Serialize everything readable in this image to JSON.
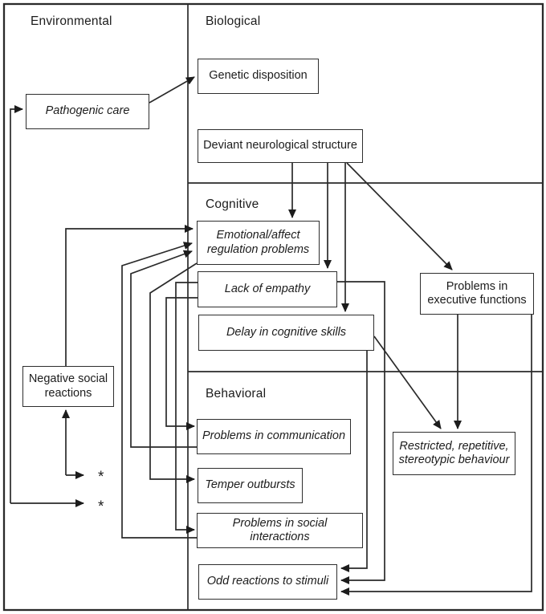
{
  "sections": [
    {
      "id": "environmental",
      "label": "Environmental"
    },
    {
      "id": "biological",
      "label": "Biological"
    },
    {
      "id": "cognitive",
      "label": "Cognitive"
    },
    {
      "id": "behavioral",
      "label": "Behavioral"
    }
  ],
  "nodes": [
    {
      "id": "pathogenic-care",
      "label": "Pathogenic care",
      "section": "environmental",
      "italic": true
    },
    {
      "id": "genetic-disposition",
      "label": "Genetic disposition",
      "section": "biological",
      "italic": false
    },
    {
      "id": "deviant-neurological-structure",
      "label": "Deviant neurological structure",
      "section": "biological",
      "italic": false
    },
    {
      "id": "emotional-affect-regulation-problems",
      "label": "Emotional/affect regulation problems",
      "section": "cognitive",
      "italic": true
    },
    {
      "id": "lack-of-empathy",
      "label": "Lack of empathy",
      "section": "cognitive",
      "italic": true
    },
    {
      "id": "delay-in-cognitive-skills",
      "label": "Delay in cognitive skills",
      "section": "cognitive",
      "italic": true
    },
    {
      "id": "problems-in-executive-functions",
      "label": "Problems in executive functions",
      "section": "cognitive",
      "italic": false
    },
    {
      "id": "negative-social-reactions",
      "label": "Negative social reactions",
      "section": "environmental",
      "italic": false
    },
    {
      "id": "problems-in-communication",
      "label": "Problems in communication",
      "section": "behavioral",
      "italic": true
    },
    {
      "id": "temper-outbursts",
      "label": "Temper outbursts",
      "section": "behavioral",
      "italic": true
    },
    {
      "id": "problems-in-social-interactions",
      "label": "Problems in social interactions",
      "section": "behavioral",
      "italic": true
    },
    {
      "id": "odd-reactions-to-stimuli",
      "label": "Odd reactions to stimuli",
      "section": "behavioral",
      "italic": true
    },
    {
      "id": "restricted-repetitive-stereotypic-behaviour",
      "label": "Restricted, repetitive, stereotypic behaviour",
      "section": "behavioral",
      "italic": true
    }
  ],
  "asterisk": "*",
  "edges": [
    {
      "from": "pathogenic-care",
      "to": "genetic-disposition"
    },
    {
      "from": "asterisk-2",
      "to": "pathogenic-care",
      "double_headed": true
    },
    {
      "from": "negative-social-reactions",
      "to": "emotional-affect-regulation-problems"
    },
    {
      "from": "asterisk-1",
      "to": "negative-social-reactions",
      "double_headed": true
    },
    {
      "from": "problems-in-social-interactions",
      "to": "emotional-affect-regulation-problems"
    },
    {
      "from": "problems-in-communication",
      "to": "emotional-affect-regulation-problems"
    },
    {
      "from": "emotional-affect-regulation-problems",
      "to": "temper-outbursts"
    },
    {
      "from": "lack-of-empathy",
      "to": "problems-in-communication"
    },
    {
      "from": "lack-of-empathy",
      "to": "problems-in-social-interactions"
    },
    {
      "from": "deviant-neurological-structure",
      "to": "emotional-affect-regulation-problems"
    },
    {
      "from": "deviant-neurological-structure",
      "to": "lack-of-empathy"
    },
    {
      "from": "deviant-neurological-structure",
      "to": "delay-in-cognitive-skills"
    },
    {
      "from": "deviant-neurological-structure",
      "to": "problems-in-executive-functions"
    },
    {
      "from": "delay-in-cognitive-skills",
      "to": "restricted-repetitive-stereotypic-behaviour"
    },
    {
      "from": "problems-in-executive-functions",
      "to": "restricted-repetitive-stereotypic-behaviour"
    },
    {
      "from": "problems-in-executive-functions",
      "to": "odd-reactions-to-stimuli"
    },
    {
      "from": "lack-of-empathy",
      "to": "odd-reactions-to-stimuli"
    },
    {
      "from": "delay-in-cognitive-skills",
      "to": "odd-reactions-to-stimuli"
    }
  ],
  "colors": {
    "line": "#2a2a2a",
    "box_border": "#2e2e2e",
    "text": "#1c1c1c",
    "background": "#ffffff"
  }
}
